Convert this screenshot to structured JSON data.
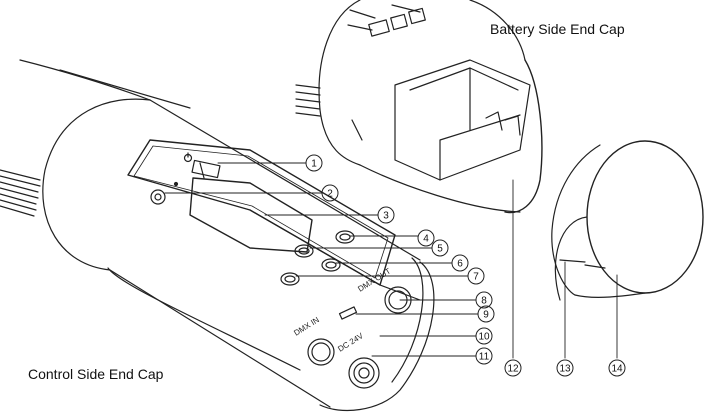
{
  "captions": {
    "battery_side": "Battery Side End Cap",
    "control_side": "Control Side End Cap"
  },
  "panel_text": {
    "dmx_in": "DMX IN",
    "dmx_out": "DMX OUT",
    "dc": "DC 24V"
  },
  "callouts": [
    "1",
    "2",
    "3",
    "4",
    "5",
    "6",
    "7",
    "8",
    "9",
    "10",
    "11",
    "12",
    "13",
    "14"
  ]
}
